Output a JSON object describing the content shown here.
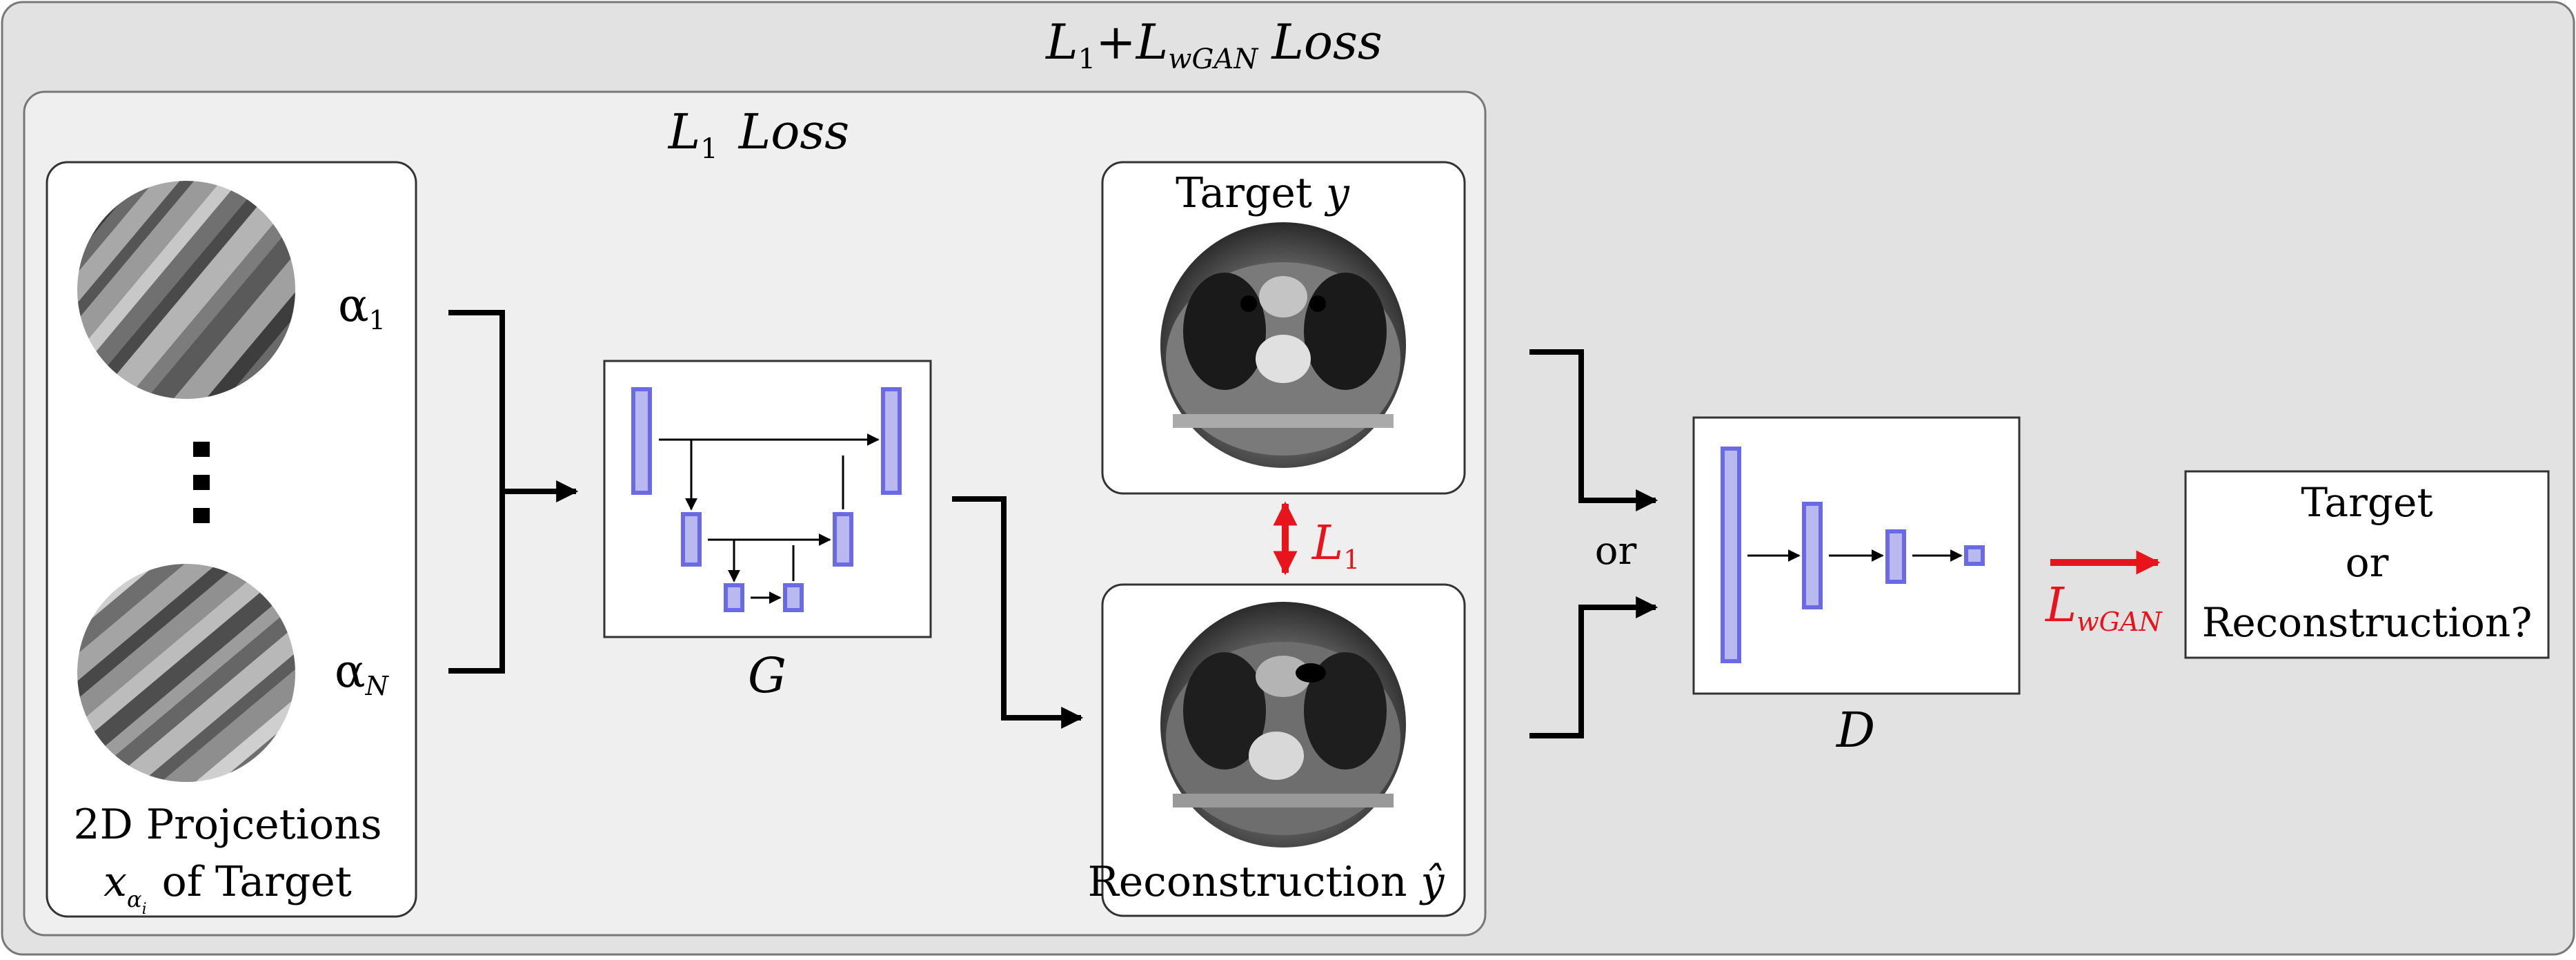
{
  "outer_panel": {
    "title_L": "L",
    "title_L_sub": "1",
    "title_plus": "+",
    "title_L2": "L",
    "title_L2_sub": "wGAN",
    "title_loss": "Loss"
  },
  "inner_panel": {
    "title_L": "L",
    "title_L_sub": "1",
    "title_loss": "Loss"
  },
  "projections": {
    "alpha_1": "α",
    "alpha_1_sub": "1",
    "alpha_N": "α",
    "alpha_N_sub": "N",
    "caption_line1": "2D Projcetions",
    "caption_x": "x",
    "caption_x_sub": "α",
    "caption_x_subsub": "i",
    "caption_rest": "of Target"
  },
  "generator": {
    "label": "G"
  },
  "target": {
    "label_text": "Target",
    "label_var": "y"
  },
  "reconstruction": {
    "label_text": "Reconstruction",
    "label_var": "ŷ"
  },
  "l1_arrow": {
    "label": "L",
    "label_sub": "1"
  },
  "or_label": "or",
  "discriminator": {
    "label": "D"
  },
  "wgan_arrow": {
    "label": "L",
    "label_sub": "wGAN"
  },
  "output_box": {
    "line1": "Target",
    "line2": "or",
    "line3": "Reconstruction?"
  },
  "colors": {
    "outer_bg": "#e2e2e2",
    "inner_bg": "#efefef",
    "block_fill": "#b9b9f0",
    "block_stroke": "#6a6ae6",
    "loss_red": "#e8141b"
  }
}
